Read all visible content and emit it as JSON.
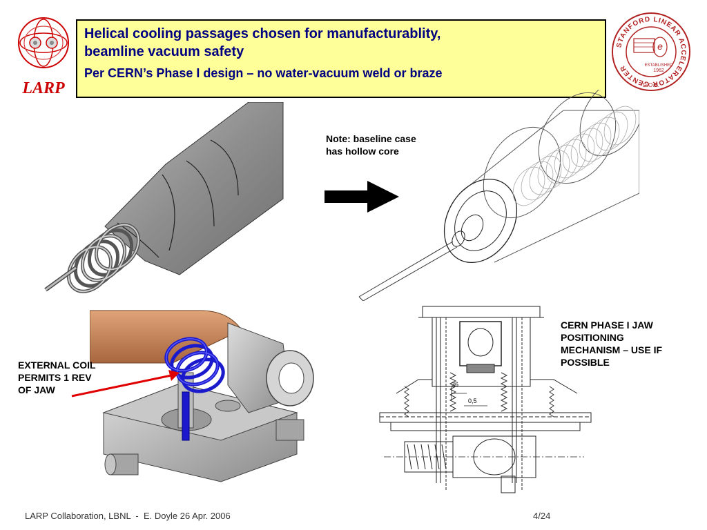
{
  "header": {
    "title_line1": "Helical cooling passages chosen for manufacturablity,",
    "title_line2": "beamline vacuum safety",
    "subtitle": "Per CERN’s Phase I design – no water-vacuum weld or braze"
  },
  "logos": {
    "larp_text": "LARP",
    "slac_seal_ring": "STANFORD LINEAR ACCELERATOR CENTER",
    "slac_established": "ESTABLISHED",
    "slac_year": "1962",
    "slac_doe": "D.O.E."
  },
  "annotations": {
    "note_line1": "Note: baseline case",
    "note_line2": "has hollow core",
    "coil_line1": "EXTERNAL COIL",
    "coil_line2": "PERMITS 1 REV",
    "coil_line3": "OF JAW",
    "cern_line1": "CERN PHASE I JAW",
    "cern_line2": "POSITIONING",
    "cern_line3": "MECHANISM – USE IF",
    "cern_line4": "POSSIBLE"
  },
  "drawing_labels": {
    "dim_36": "36",
    "dim_0_5": "0,5"
  },
  "colors": {
    "title_bg": "#ffff99",
    "title_text": "#000080",
    "larp_red": "#cc0000",
    "slac_red": "#b22222",
    "coil_blue": "#1a1acc",
    "arrow_red": "#e00000",
    "copper": "#c9865a"
  },
  "footer": {
    "left": "LARP Collaboration, LBNL  -  E. Doyle 26 Apr. 2006",
    "page": "4/24"
  }
}
